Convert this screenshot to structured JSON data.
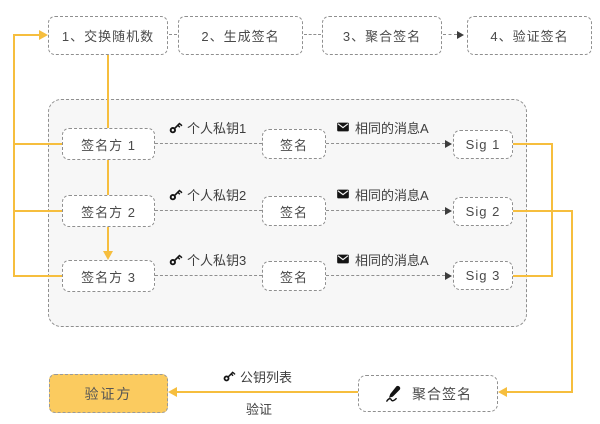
{
  "top_steps": [
    "1、交换随机数",
    "2、生成签名",
    "3、聚合签名",
    "4、验证签名"
  ],
  "signers": [
    {
      "party": "签名方 1",
      "key": "个人私钥1",
      "sign": "签名",
      "message": "相同的消息A",
      "sig": "Sig 1"
    },
    {
      "party": "签名方 2",
      "key": "个人私钥2",
      "sign": "签名",
      "message": "相同的消息A",
      "sig": "Sig 2"
    },
    {
      "party": "签名方 3",
      "key": "个人私钥3",
      "sign": "签名",
      "message": "相同的消息A",
      "sig": "Sig 3"
    }
  ],
  "bottom": {
    "verifier": "验证方",
    "aggregate": "聚合签名",
    "pubkey": "公钥列表",
    "verify": "验证"
  },
  "icons": {
    "key": "key-icon",
    "envelope": "envelope-icon",
    "pen": "signature-pen-icon"
  },
  "colors": {
    "accent_yellow": "#F6BE3E",
    "verifier_fill": "#FBCB5F",
    "dash_gray": "#8F8F8F",
    "arrow_gray": "#3D3D3D",
    "text": "#4A4A4A",
    "panel_bg": "#F7F7F7"
  }
}
